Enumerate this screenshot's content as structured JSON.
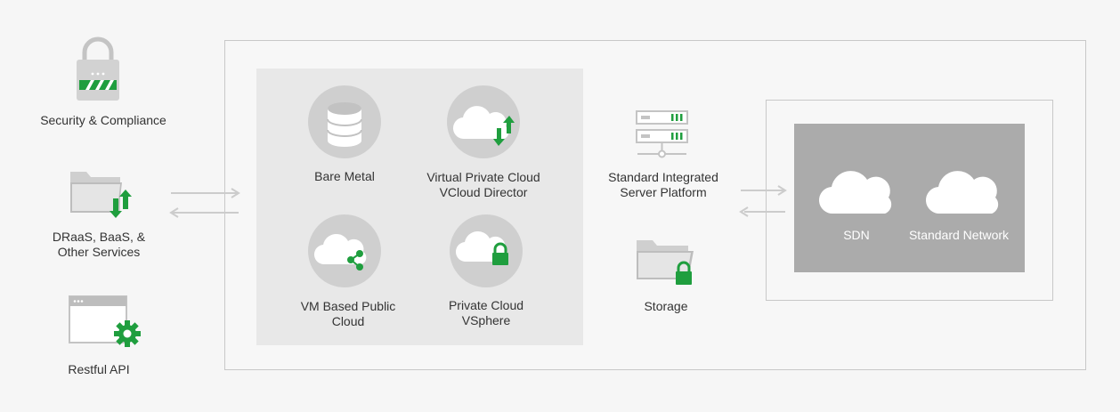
{
  "left_column": {
    "security": "Security & Compliance",
    "draas": [
      "DRaaS, BaaS, &",
      "Other Services"
    ],
    "restful": "Restful API"
  },
  "services": {
    "bare_metal": "Bare Metal",
    "vpc": [
      "Virtual Private Cloud",
      "VCloud Director"
    ],
    "vm_public": [
      "VM Based Public",
      "Cloud"
    ],
    "private_cloud": [
      "Private Cloud",
      "VSphere"
    ]
  },
  "infrastructure": {
    "server_platform": [
      "Standard Integrated",
      "Server Platform"
    ],
    "storage": "Storage"
  },
  "network": {
    "sdn": "SDN",
    "standard_network": "Standard Network"
  },
  "colors": {
    "accent_green": "#1f9e3e",
    "icon_gray": "#bdbdbd",
    "circle_gray": "#cfcfcf",
    "network_bg": "#ababab"
  }
}
